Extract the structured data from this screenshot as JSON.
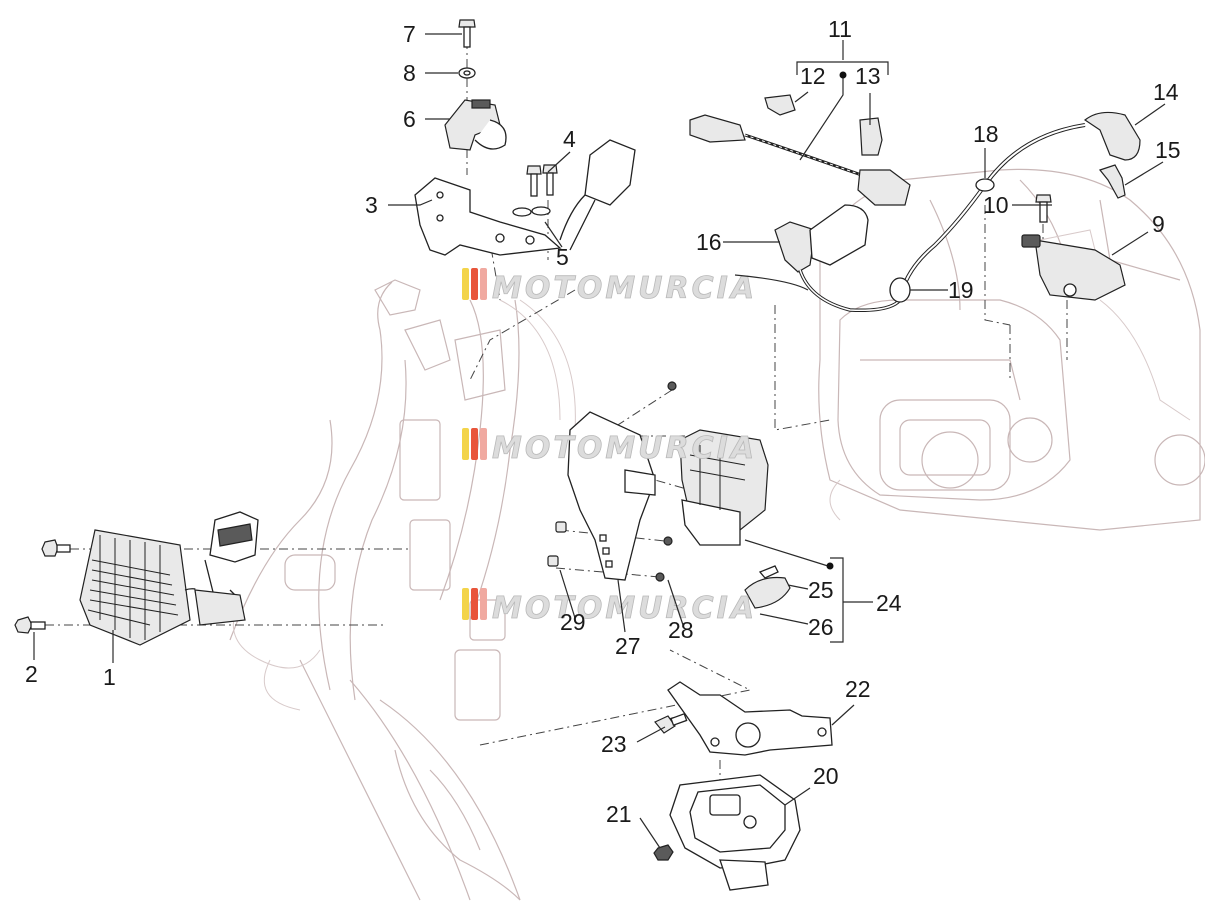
{
  "diagram": {
    "callouts": [
      "1",
      "2",
      "3",
      "4",
      "5",
      "6",
      "7",
      "8",
      "9",
      "10",
      "11",
      "12",
      "13",
      "14",
      "15",
      "16",
      "18",
      "19",
      "20",
      "21",
      "22",
      "23",
      "24",
      "25",
      "26",
      "27",
      "28",
      "29"
    ],
    "watermark": {
      "text": "MOTOMURCIA",
      "stripe_colors": [
        "#f3d44a",
        "#e8553b",
        "#f0a9a0"
      ],
      "occurrences": 3
    },
    "colors": {
      "ink": "#1a1a1a",
      "background_frame": "#c9b7b7"
    }
  }
}
